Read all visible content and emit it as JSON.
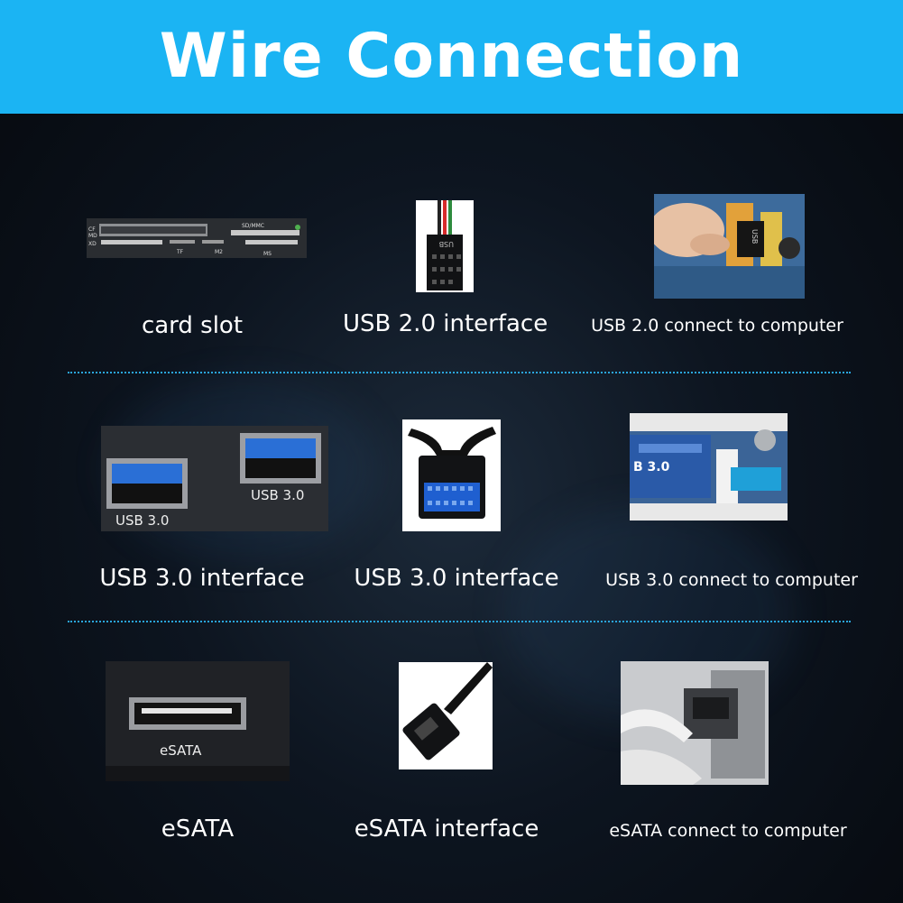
{
  "header": {
    "title": "Wire Connection"
  },
  "rows": [
    {
      "items": [
        {
          "caption": "card slot",
          "labels": [
            "CF",
            "MD",
            "XD",
            "SD/MMC",
            "TF",
            "M2",
            "MS"
          ]
        },
        {
          "caption": "USB 2.0 interface",
          "labels": [
            "USB"
          ]
        },
        {
          "caption": "USB 2.0 connect to computer",
          "labels": [
            "USB"
          ]
        }
      ]
    },
    {
      "items": [
        {
          "caption": "USB 3.0 interface",
          "labels": [
            "USB 3.0",
            "USB 3.0"
          ]
        },
        {
          "caption": "USB 3.0 interface"
        },
        {
          "caption": "USB 3.0 connect to computer",
          "labels": [
            "B 3.0"
          ]
        }
      ]
    },
    {
      "items": [
        {
          "caption": "eSATA",
          "labels": [
            "eSATA"
          ]
        },
        {
          "caption": "eSATA interface"
        },
        {
          "caption": "eSATA connect to computer"
        }
      ]
    }
  ],
  "colors": {
    "header": "#1bb4f3",
    "divider": "#2aa6df",
    "usb3_blue": "#2a6fd6"
  }
}
